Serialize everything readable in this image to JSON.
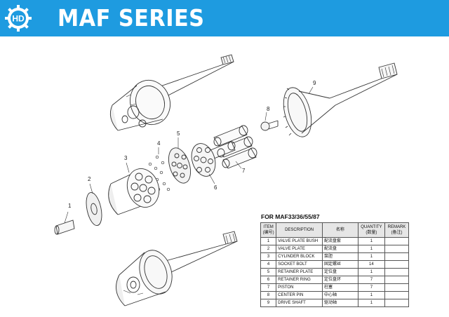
{
  "header": {
    "title": "MAF SERIES",
    "background": "#1e9be0",
    "logo_text": "HD"
  },
  "diagram": {
    "callouts": [
      "1",
      "2",
      "3",
      "4",
      "5",
      "6",
      "7",
      "8",
      "9"
    ]
  },
  "parts_table": {
    "caption": "FOR MAF33/36/55/87",
    "headers": {
      "item": "ITEM (编号)",
      "description": "DESCRIPTION",
      "name_cn": "名称",
      "quantity": "QUANTITY (数量)",
      "remark": "REMARK (备注)"
    },
    "rows": [
      {
        "item": "1",
        "description": "VALVE PLATE BUSH",
        "name_cn": "配流盘套",
        "qty": "1",
        "remark": ""
      },
      {
        "item": "2",
        "description": "VALVE PLATE",
        "name_cn": "配流盘",
        "qty": "1",
        "remark": ""
      },
      {
        "item": "3",
        "description": "CYLINDER BLOCK",
        "name_cn": "泵胆",
        "qty": "1",
        "remark": ""
      },
      {
        "item": "4",
        "description": "SOCKET BOLT",
        "name_cn": "固定螺丝",
        "qty": "14",
        "remark": ""
      },
      {
        "item": "5",
        "description": "RETAINER PLATE",
        "name_cn": "定位盘",
        "qty": "1",
        "remark": ""
      },
      {
        "item": "6",
        "description": "RETAINER RING",
        "name_cn": "定位盘环",
        "qty": "7",
        "remark": ""
      },
      {
        "item": "7",
        "description": "PISTON",
        "name_cn": "柱塞",
        "qty": "7",
        "remark": ""
      },
      {
        "item": "8",
        "description": "CENTER PIN",
        "name_cn": "中心轴",
        "qty": "1",
        "remark": ""
      },
      {
        "item": "9",
        "description": "DRIVE SHAFT",
        "name_cn": "驱动轴",
        "qty": "1",
        "remark": ""
      }
    ]
  }
}
